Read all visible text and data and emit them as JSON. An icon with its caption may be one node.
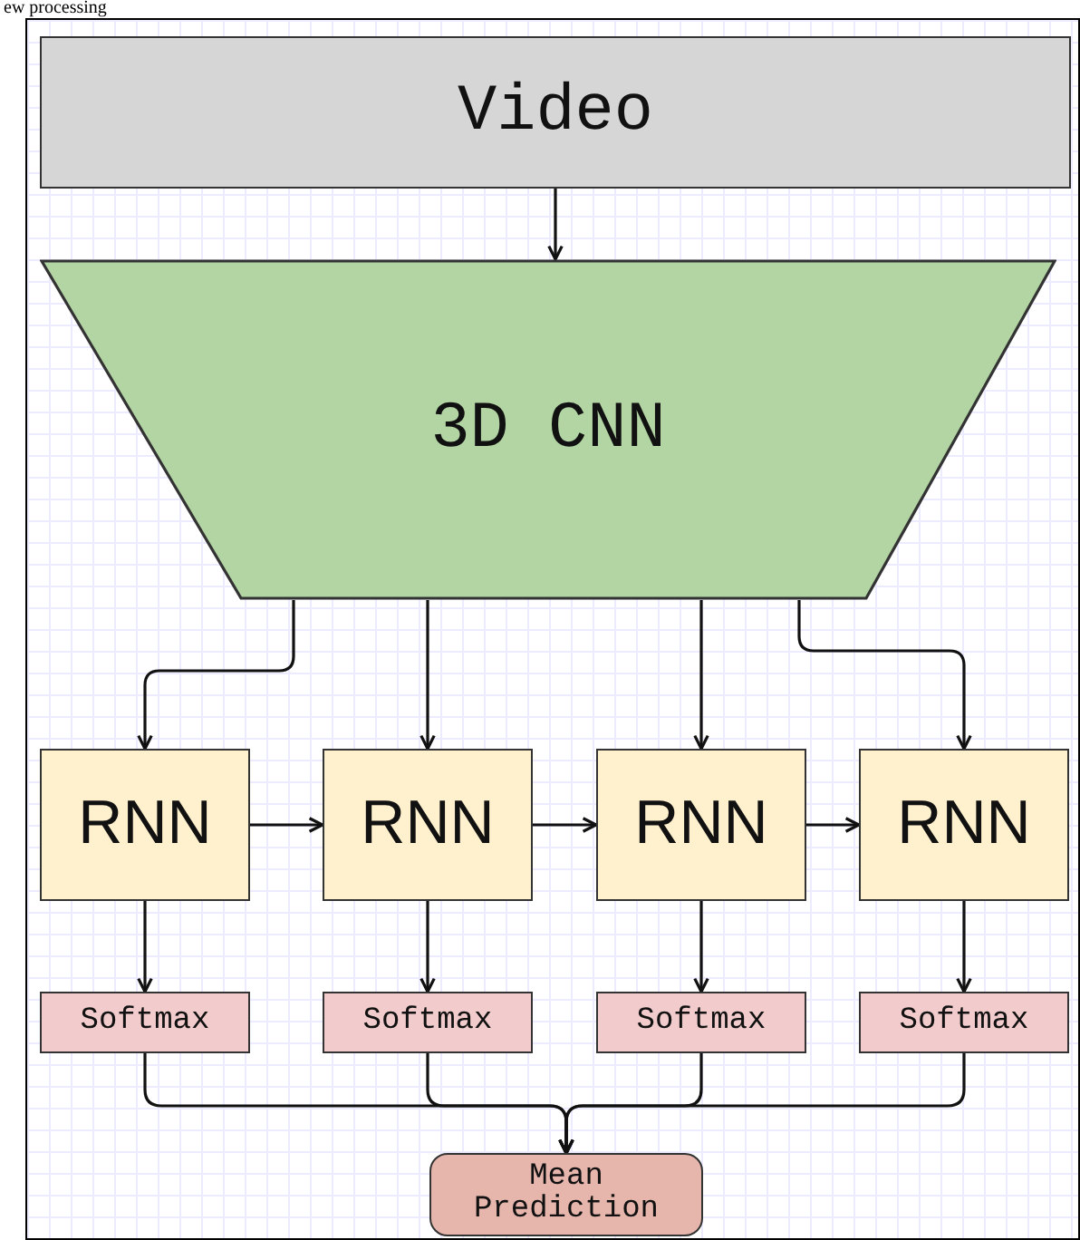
{
  "diagram": {
    "nodes": [
      {
        "text": [
          "Video"
        ]
      },
      {
        "text": [
          "3D CNN"
        ]
      },
      {
        "text": [
          "RNN"
        ]
      },
      {
        "text": [
          "RNN"
        ]
      },
      {
        "text": [
          "RNN"
        ]
      },
      {
        "text": [
          "RNN"
        ]
      },
      {
        "text": [
          "Softmax"
        ]
      },
      {
        "text": [
          "Softmax"
        ]
      },
      {
        "text": [
          "Softmax"
        ]
      },
      {
        "text": [
          "Softmax"
        ]
      },
      {
        "text": [
          "Mean Prediction"
        ]
      }
    ],
    "edges": [
      {
        "from": 0,
        "to": 1,
        "arrow": "to"
      },
      {
        "from": 1,
        "to": 2,
        "arrow": "to"
      },
      {
        "from": 1,
        "to": 3,
        "arrow": "to"
      },
      {
        "from": 1,
        "to": 4,
        "arrow": "to"
      },
      {
        "from": 1,
        "to": 5,
        "arrow": "to"
      },
      {
        "from": 2,
        "to": 3,
        "arrow": "to"
      },
      {
        "from": 3,
        "to": 4,
        "arrow": "to"
      },
      {
        "from": 4,
        "to": 5,
        "arrow": "to"
      },
      {
        "from": 2,
        "to": 6,
        "arrow": "to"
      },
      {
        "from": 3,
        "to": 7,
        "arrow": "to"
      },
      {
        "from": 4,
        "to": 8,
        "arrow": "to"
      },
      {
        "from": 5,
        "to": 9,
        "arrow": "to"
      },
      {
        "from": 6,
        "to": 10,
        "arrow": "to"
      },
      {
        "from": 7,
        "to": 10,
        "arrow": "to"
      },
      {
        "from": 8,
        "to": 10,
        "arrow": "to"
      },
      {
        "from": 9,
        "to": 10,
        "arrow": "to"
      }
    ],
    "labels": [
      "ew processing"
    ]
  }
}
